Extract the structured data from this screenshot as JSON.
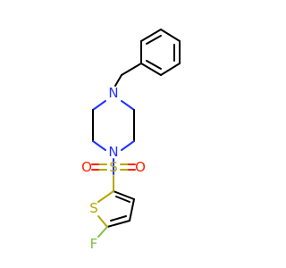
{
  "molecule": {
    "atoms": {
      "n_top": "N",
      "n_bottom": "N",
      "s_sulfonyl": "S",
      "o_left": "O",
      "o_right": "O",
      "s_thiophene": "S",
      "f": "F"
    },
    "colors": {
      "carbon_bond": "#000000",
      "nitrogen": "#2233ff",
      "oxygen": "#ff2200",
      "sulfur": "#b5a800",
      "fluorine": "#7fbf3f"
    }
  }
}
